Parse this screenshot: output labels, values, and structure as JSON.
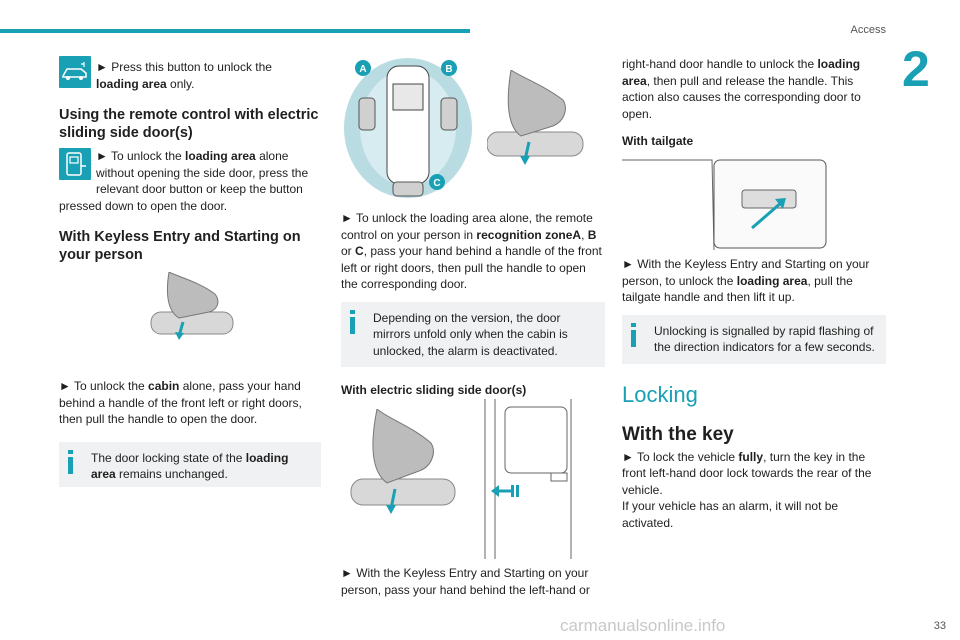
{
  "header": {
    "section": "Access",
    "chapter_number": "2",
    "accent": "#1aa0b4"
  },
  "footer": {
    "page_number": "33",
    "watermark": "carmanualsonline.info"
  },
  "col1": {
    "loading_pre": "► Press this button to unlock the",
    "loading_bold": "loading area",
    "loading_post": " only.",
    "remote_heading": "Using the remote control with electric sliding side door(s)",
    "remote_p1_pre": "► To unlock the ",
    "remote_p1_bold": "loading area",
    "remote_p1_post": " alone without opening the side door, press the relevant door button or keep the button pressed down to open the door.",
    "keyless_heading": "With Keyless Entry and Starting on your person",
    "cabin_pre": "► To unlock the ",
    "cabin_bold": "cabin",
    "cabin_post": " alone, pass your hand behind a handle of the front left or right doors, then pull the handle to open the door.",
    "info_pre": "The door locking state of the ",
    "info_bold": "loading area",
    "info_post": " remains unchanged."
  },
  "col2": {
    "zone_labels": [
      "A",
      "B",
      "C"
    ],
    "zone_pre": "► To unlock the loading area alone, the remote control on your person in ",
    "zone_bold1": "recognition zoneA",
    "zone_mid1": ", ",
    "zone_bold2": "B",
    "zone_mid2": " or ",
    "zone_bold3": "C",
    "zone_post": ", pass your hand behind a handle of the front left or right doors, then pull the handle to open the corresponding door.",
    "info_text": "Depending on the version, the door mirrors unfold only when the cabin is unlocked, the alarm is deactivated.",
    "sliding_heading": "With electric sliding side door(s)",
    "sliding_text": "► With the Keyless Entry and Starting on your person, pass your hand behind the left-hand or"
  },
  "col3": {
    "cont_pre": "right-hand door handle to unlock the ",
    "cont_bold": "loading area",
    "cont_post": ", then pull and release the handle. This action also causes the corresponding door to open.",
    "tailgate_heading": "With tailgate",
    "tailgate_pre": "► With the Keyless Entry and Starting on your person, to unlock the ",
    "tailgate_bold": "loading area",
    "tailgate_post": ", pull the tailgate handle and then lift it up.",
    "info_text": "Unlocking is signalled by rapid flashing of the direction indicators for a few seconds.",
    "locking_heading": "Locking",
    "key_heading": "With the key",
    "key_pre": "► To lock the vehicle ",
    "key_bold": "fully",
    "key_post": ", turn the key in the front left-hand door lock towards the rear of the vehicle.",
    "key_alarm": "If your vehicle has an alarm, it will not be activated."
  }
}
